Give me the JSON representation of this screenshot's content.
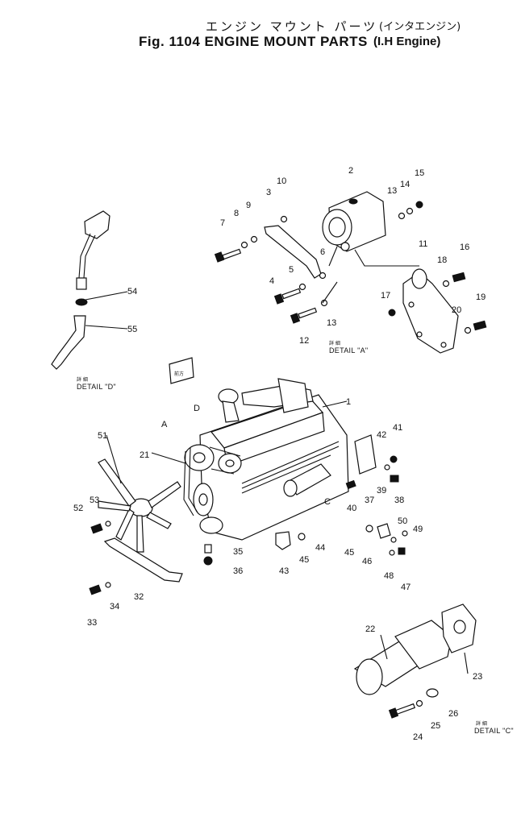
{
  "title": {
    "jp": "エンジン マウント パーツ",
    "jp_variant": "(インタエンジン)",
    "fig": "Fig. 1104 ENGINE MOUNT PARTS",
    "variant": "(I.H Engine)"
  },
  "details": {
    "a": "DETAIL \"A\"",
    "c": "DETAIL \"C\"",
    "d": "DETAIL \"D\""
  },
  "detail_mark": "詳 細",
  "direction_mark": "前方",
  "view_letters": {
    "a": "A",
    "c": "C",
    "d": "D"
  },
  "callouts": [
    "1",
    "2",
    "3",
    "4",
    "5",
    "6",
    "7",
    "8",
    "9",
    "10",
    "11",
    "12",
    "13",
    "13",
    "14",
    "15",
    "16",
    "17",
    "18",
    "19",
    "20",
    "21",
    "22",
    "23",
    "24",
    "25",
    "26",
    "32",
    "33",
    "34",
    "35",
    "36",
    "37",
    "38",
    "39",
    "40",
    "41",
    "42",
    "43",
    "44",
    "45",
    "45",
    "46",
    "47",
    "48",
    "49",
    "50",
    "51",
    "52",
    "53",
    "54",
    "55"
  ]
}
